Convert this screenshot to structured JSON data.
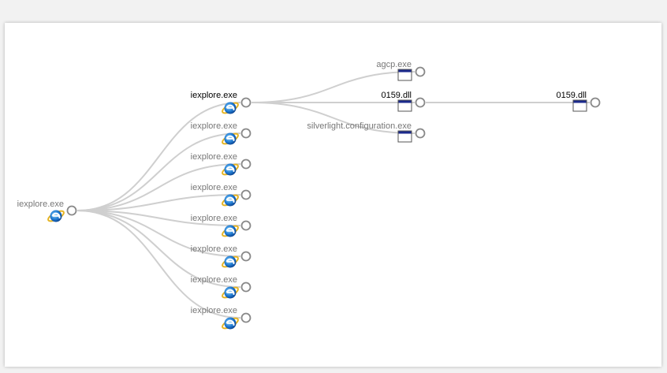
{
  "colors": {
    "edge": "#cfcfcf",
    "node_default": "#888888",
    "node_selected": "#e03030",
    "node_dark": "#111111",
    "node_leaf_fill": "#f0d890",
    "label_muted": "#777777",
    "label_active": "#000000"
  },
  "graph": {
    "root": {
      "label": "iexplore.exe",
      "icon": "ie-icon"
    },
    "children": [
      {
        "label": "iexplore.exe",
        "icon": "ie-icon",
        "state": "selected"
      },
      {
        "label": "iexplore.exe",
        "icon": "ie-icon",
        "state": "default"
      },
      {
        "label": "iexplore.exe",
        "icon": "ie-icon",
        "state": "default"
      },
      {
        "label": "iexplore.exe",
        "icon": "ie-icon",
        "state": "default"
      },
      {
        "label": "iexplore.exe",
        "icon": "ie-icon",
        "state": "default"
      },
      {
        "label": "iexplore.exe",
        "icon": "ie-icon",
        "state": "default"
      },
      {
        "label": "iexplore.exe",
        "icon": "ie-icon",
        "state": "default"
      },
      {
        "label": "iexplore.exe",
        "icon": "ie-icon",
        "state": "default"
      }
    ],
    "modules": [
      {
        "label": "agcp.exe",
        "icon": "window-icon",
        "state": "default"
      },
      {
        "label": "0159.dll",
        "icon": "window-icon",
        "state": "dark"
      },
      {
        "label": "silverlight.configuration.exe",
        "icon": "window-icon",
        "state": "default"
      }
    ],
    "leaf": {
      "label": "0159.dll",
      "icon": "window-icon",
      "state": "leaf"
    }
  }
}
